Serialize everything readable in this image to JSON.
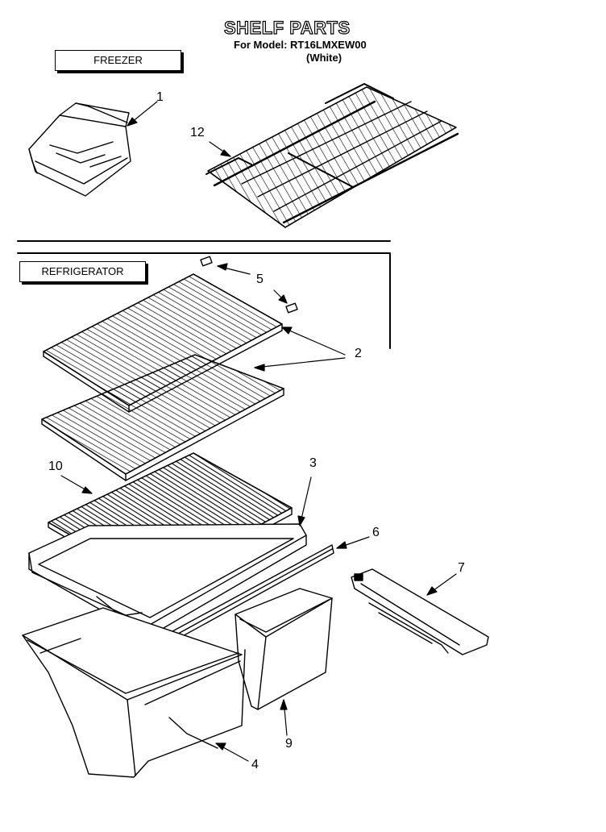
{
  "title": "SHELF PARTS",
  "subtitle": {
    "model_line": "For Model: RT16LMXEW00",
    "color_line": "(White)"
  },
  "sections": {
    "freezer": "FREEZER",
    "refrigerator": "REFRIGERATOR"
  },
  "callouts": {
    "c1": "1",
    "c12": "12",
    "c5": "5",
    "c2": "2",
    "c10": "10",
    "c3": "3",
    "c6": "6",
    "c7": "7",
    "c9": "9",
    "c4": "4"
  }
}
